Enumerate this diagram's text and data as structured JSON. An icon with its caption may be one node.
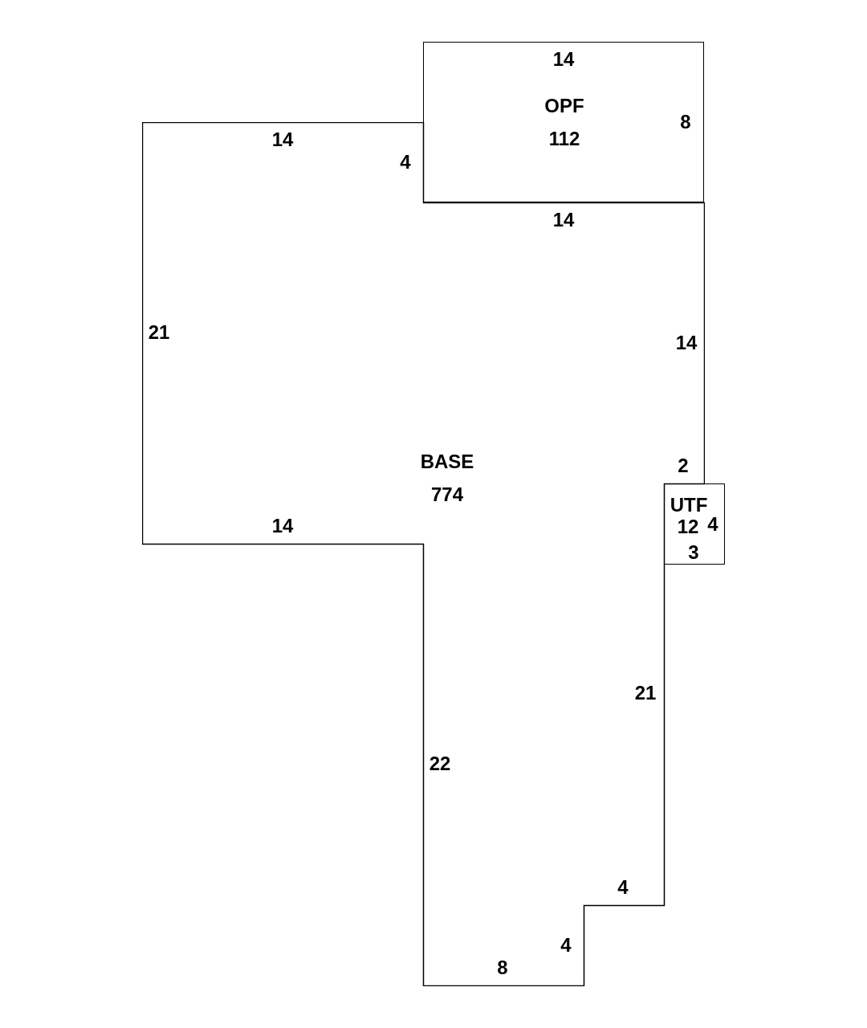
{
  "diagram": {
    "nodes": [
      {
        "text": [
          "OPF",
          "112"
        ]
      },
      {
        "text": [
          "BASE",
          "774"
        ]
      },
      {
        "text": [
          "UTF",
          "12"
        ]
      }
    ],
    "labels": [
      "14",
      "8",
      "14",
      "4",
      "14",
      "21",
      "14",
      "2",
      "14",
      "4",
      "3",
      "21",
      "22",
      "4",
      "4",
      "8"
    ]
  }
}
